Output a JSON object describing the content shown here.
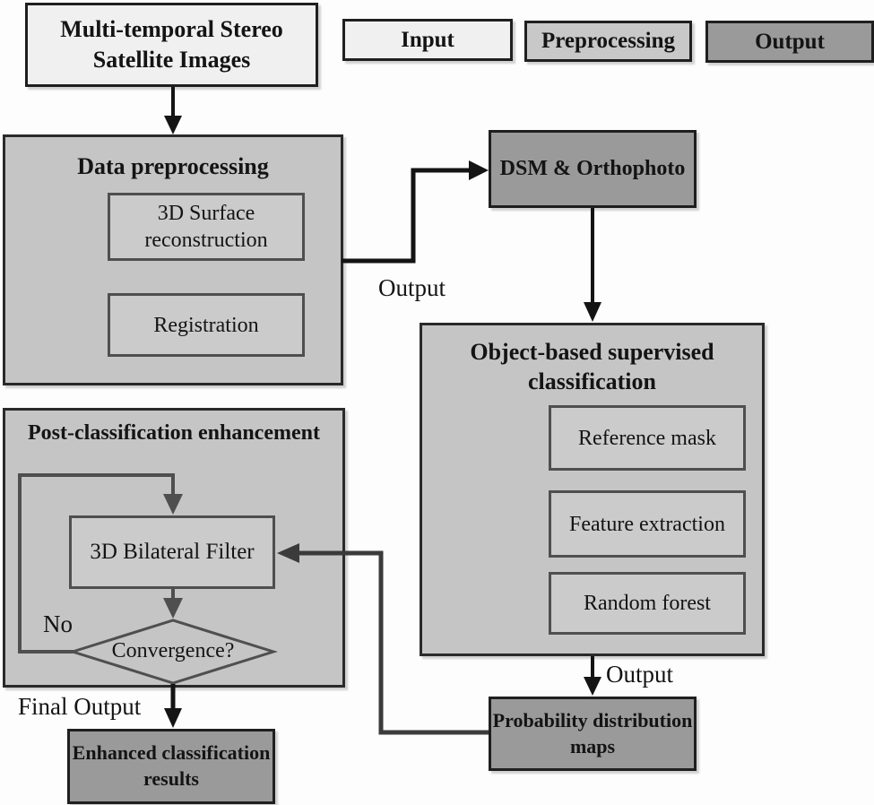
{
  "colors": {
    "input_fill": "#f0f0f0",
    "preprocessing_fill": "#c8c8c8",
    "output_fill": "#9a9a9a",
    "container_fill": "#c5c5c5",
    "inner_fill": "#cbcbcb",
    "border_dark": "#1f1f1f",
    "border_inner": "#4f4f4f",
    "text": "#141414"
  },
  "legend": {
    "input": "Input",
    "preprocessing": "Preprocessing",
    "output": "Output"
  },
  "nodes": {
    "source": {
      "label": "Multi-temporal Stereo Satellite Images"
    },
    "data_preprocessing": {
      "title": "Data preprocessing",
      "surface": "3D Surface reconstruction",
      "registration": "Registration"
    },
    "dsm": {
      "label": "DSM & Orthophoto"
    },
    "classification": {
      "title": "Object-based supervised classification",
      "reference_mask": "Reference mask",
      "feature_extraction": "Feature extraction",
      "random_forest": "Random forest"
    },
    "post": {
      "title": "Post-classification enhancement",
      "filter": "3D Bilateral Filter",
      "decision": "Convergence?",
      "no_label": "No"
    },
    "probability": {
      "label": "Probability distribution maps"
    },
    "enhanced": {
      "label": "Enhanced classification results"
    }
  },
  "edge_labels": {
    "output_dsm": "Output",
    "output_probability": "Output",
    "final_output": "Final Output"
  }
}
